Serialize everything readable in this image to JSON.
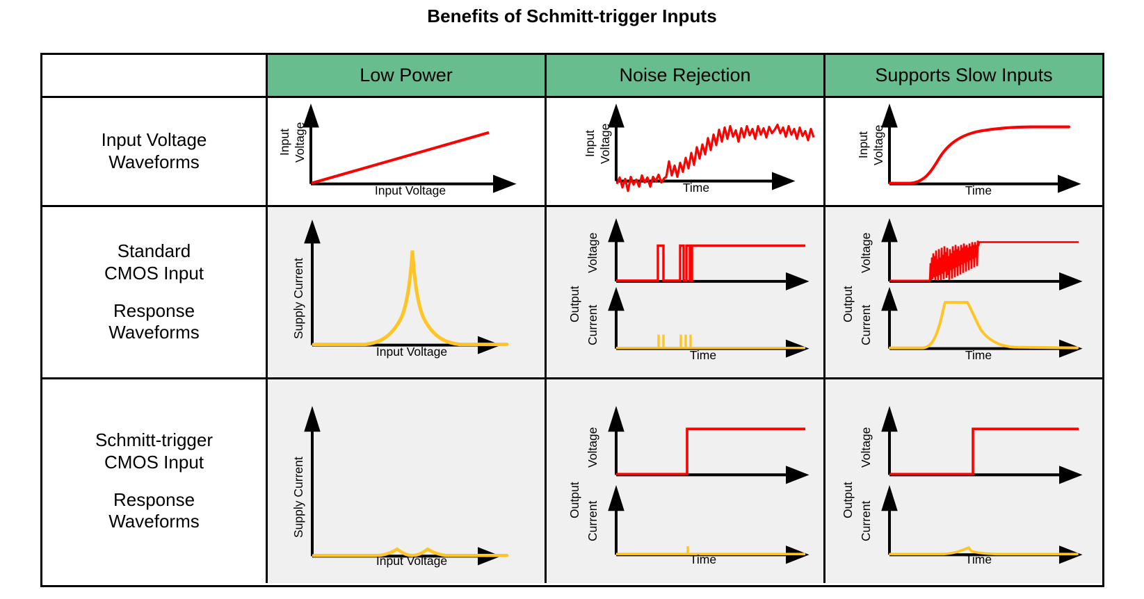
{
  "title": "Benefits of Schmitt-trigger Inputs",
  "colors": {
    "header_green": "#67bd8d",
    "signal_red": "#ff0000",
    "current_yellow": "#ffc425",
    "axis_black": "#000000",
    "cell_gray": "#f0f0f0",
    "cell_white": "#ffffff"
  },
  "table": {
    "header": {
      "corner": "",
      "columns": [
        "Low Power",
        "Noise Rejection",
        "Supports Slow Inputs"
      ]
    },
    "rows": [
      {
        "label_lines": [
          "Input Voltage",
          "Waveforms"
        ],
        "label_gap_after": -1,
        "cells": [
          {
            "ylabel_a": "Input",
            "ylabel_b": "Voltage",
            "xlabel": "Input Voltage"
          },
          {
            "ylabel_a": "Input",
            "ylabel_b": "Voltage",
            "xlabel": "Time"
          },
          {
            "ylabel_a": "Input",
            "ylabel_b": "Voltage",
            "xlabel": "Time"
          }
        ]
      },
      {
        "label_lines": [
          "Standard",
          "CMOS Input",
          "Response",
          "Waveforms"
        ],
        "label_gap_after": 1,
        "cells": [
          {
            "ylabel_a": "Supply Current",
            "xlabel": "Input Voltage"
          },
          {
            "ylabel_a": "Output",
            "ylabel_top": "Voltage",
            "ylabel_bottom": "Current",
            "xlabel": "Time"
          },
          {
            "ylabel_a": "Output",
            "ylabel_top": "Voltage",
            "ylabel_bottom": "Current",
            "xlabel": "Time"
          }
        ]
      },
      {
        "label_lines": [
          "Schmitt-trigger",
          "CMOS Input",
          "Response",
          "Waveforms"
        ],
        "label_gap_after": 1,
        "cells": [
          {
            "ylabel_a": "Supply Current",
            "xlabel": "Input Voltage"
          },
          {
            "ylabel_a": "Output",
            "ylabel_top": "Voltage",
            "ylabel_bottom": "Current",
            "xlabel": "Time"
          },
          {
            "ylabel_a": "Output",
            "ylabel_top": "Voltage",
            "ylabel_bottom": "Current",
            "xlabel": "Time"
          }
        ]
      }
    ]
  },
  "chart_data": [
    {
      "id": "r1c1",
      "type": "line",
      "title": "Low Power - Input Voltage Waveform",
      "xlabel": "Input Voltage",
      "ylabel": "Input Voltage",
      "series": [
        {
          "name": "input voltage ramp",
          "color": "#ff0000",
          "x": [
            0,
            1
          ],
          "y": [
            0,
            0.72
          ],
          "description": "linear ramp from zero"
        }
      ]
    },
    {
      "id": "r1c2",
      "type": "line",
      "title": "Noise Rejection - Input Voltage Waveform",
      "xlabel": "Time",
      "ylabel": "Input Voltage",
      "series": [
        {
          "name": "noisy rising input",
          "color": "#ff0000",
          "description": "noisy signal starting near zero, rising to a noisy plateau near full scale"
        }
      ]
    },
    {
      "id": "r1c3",
      "type": "line",
      "title": "Supports Slow Inputs - Input Voltage Waveform",
      "xlabel": "Time",
      "ylabel": "Input Voltage",
      "series": [
        {
          "name": "slow S-curve input",
          "color": "#ff0000",
          "description": "flat at zero, then slow exponential / S-curve rise to a steady high level"
        }
      ]
    },
    {
      "id": "r2c1",
      "type": "line",
      "title": "Standard CMOS Input - Supply Current vs Input Voltage",
      "xlabel": "Input Voltage",
      "ylabel": "Supply Current",
      "series": [
        {
          "name": "supply current",
          "color": "#ffc425",
          "description": "tall narrow shoot-through current peak centered mid input voltage, near zero elsewhere",
          "peak_relative_height": 0.95
        }
      ]
    },
    {
      "id": "r2c2",
      "type": "line",
      "title": "Standard CMOS Input - Noise Rejection Response",
      "xlabel": "Time",
      "subplots": [
        {
          "ylabel": "Output Voltage",
          "color": "#ff0000",
          "description": "low, then one narrow glitch pulse, then a glitch doublet, then permanently high"
        },
        {
          "ylabel": "Output Current",
          "color": "#ffc425",
          "description": "flat at zero with a spike doublet and a spike triplet aligned with the voltage glitches"
        }
      ]
    },
    {
      "id": "r2c3",
      "type": "line",
      "title": "Standard CMOS Input - Slow Input Response",
      "xlabel": "Time",
      "subplots": [
        {
          "ylabel": "Output Voltage",
          "color": "#ff0000",
          "description": "low, then a burst of rapid oscillation/chatter during the slow transition, then high"
        },
        {
          "ylabel": "Output Current",
          "color": "#ffc425",
          "description": "zero, then rises to a broad plateau during the slow transition, then decays exponentially to zero"
        }
      ]
    },
    {
      "id": "r3c1",
      "type": "line",
      "title": "Schmitt-trigger CMOS Input - Supply Current vs Input Voltage",
      "xlabel": "Input Voltage",
      "ylabel": "Supply Current",
      "series": [
        {
          "name": "supply current",
          "color": "#ffc425",
          "description": "nearly flat at zero with two very small low bumps near mid scale",
          "peak_relative_height": 0.05
        }
      ]
    },
    {
      "id": "r3c2",
      "type": "line",
      "title": "Schmitt-trigger CMOS Input - Noise Rejection Response",
      "xlabel": "Time",
      "subplots": [
        {
          "ylabel": "Output Voltage",
          "color": "#ff0000",
          "description": "low, then a single clean step to high with no glitches"
        },
        {
          "ylabel": "Output Current",
          "color": "#ffc425",
          "description": "flat at zero with a single very small spike at the switching instant"
        }
      ]
    },
    {
      "id": "r3c3",
      "type": "line",
      "title": "Schmitt-trigger CMOS Input - Slow Input Response",
      "xlabel": "Time",
      "subplots": [
        {
          "ylabel": "Output Voltage",
          "color": "#ff0000",
          "description": "low, then a single clean step to high, no chatter"
        },
        {
          "ylabel": "Output Current",
          "color": "#ffc425",
          "description": "near zero with one small brief bump at the switching instant"
        }
      ]
    }
  ]
}
